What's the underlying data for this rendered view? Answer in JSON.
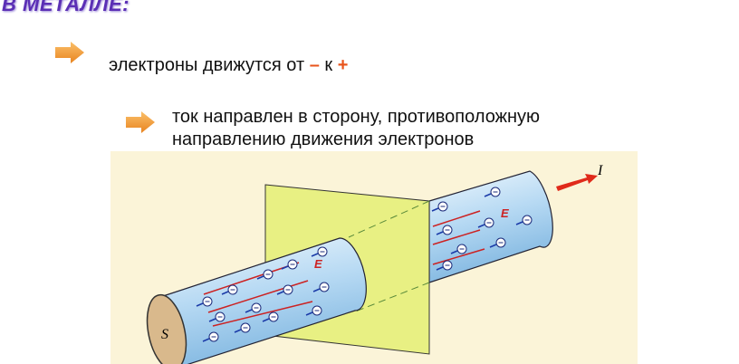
{
  "title": "В МЕТАЛЛЕ:",
  "bullets": [
    {
      "text": "электроны движутся от",
      "minus": "–",
      "mid": "к",
      "plus": "+"
    },
    {
      "line1": "ток направлен в сторону, противоположную",
      "line2": "направлению движения электронов"
    }
  ],
  "figure": {
    "label_s": "S",
    "label_i": "I",
    "label_e": "E"
  },
  "colors": {
    "title": "#5b2fb5",
    "arrow": "#f39a3a",
    "accent": "#e8541c",
    "figure_bg": "#fbf4d8"
  }
}
